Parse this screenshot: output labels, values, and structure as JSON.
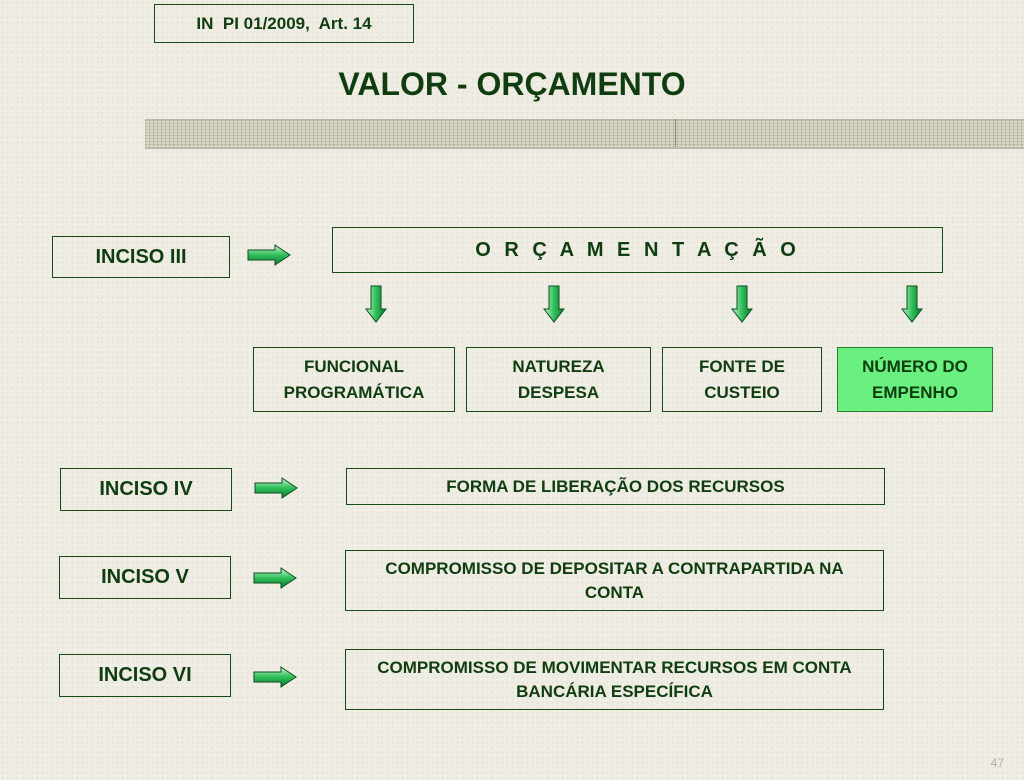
{
  "header": {
    "reference": "IN  PI 01/2009,  Art. 14",
    "title": "VALOR - ORÇAMENTO"
  },
  "rows": [
    {
      "label": "INCISO III",
      "target": "O R Ç A M E N T A Ç Ã O"
    },
    {
      "label": "INCISO IV",
      "target": "FORMA DE LIBERAÇÃO DOS RECURSOS"
    },
    {
      "label": "INCISO V",
      "target": "COMPROMISSO DE DEPOSITAR A CONTRAPARTIDA NA CONTA"
    },
    {
      "label": "INCISO VI",
      "target": "COMPROMISSO DE MOVIMENTAR RECURSOS EM CONTA BANCÁRIA ESPECÍFICA"
    }
  ],
  "categories": [
    {
      "label": "FUNCIONAL PROGRAMÁTICA"
    },
    {
      "label": "NATUREZA DESPESA"
    },
    {
      "label": "FONTE DE CUSTEIO"
    },
    {
      "label": "NÚMERO DO EMPENHO"
    }
  ],
  "colors": {
    "text": "#0f3d10",
    "arrow_fill": "#2fbf5a",
    "highlight": "#6af07e"
  },
  "footer": {
    "page_number": "47"
  }
}
